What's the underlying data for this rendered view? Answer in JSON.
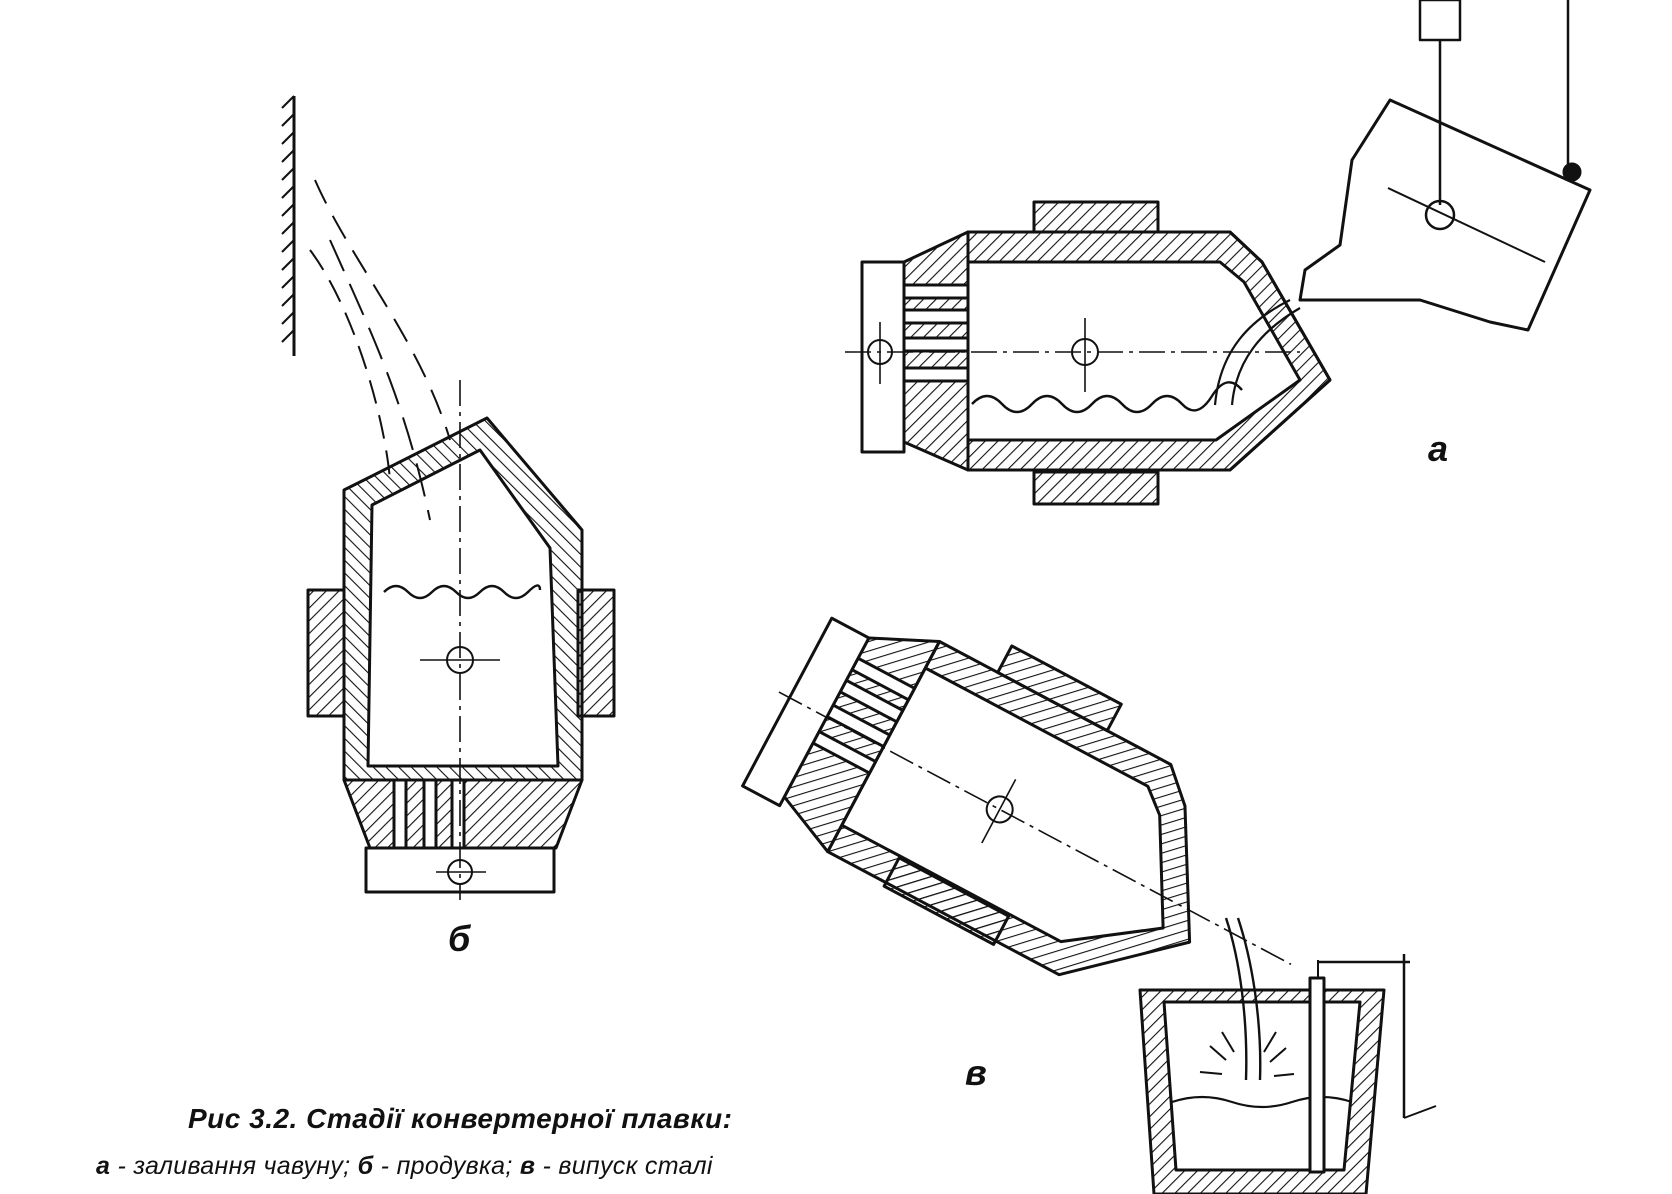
{
  "figure": {
    "labels": {
      "a": "а",
      "b": "б",
      "v": "в"
    },
    "caption": {
      "title": "Рис 3.2. Стадії конвертерної плавки:",
      "items": [
        {
          "key": "а",
          "sep": " - ",
          "text": "заливання чавуну;"
        },
        {
          "key": "б",
          "sep": " - ",
          "text": "продувка;"
        },
        {
          "key": "в",
          "sep": " - ",
          "text": "випуск сталі"
        }
      ]
    }
  },
  "style": {
    "ink": "#111111",
    "paper": "#ffffff"
  }
}
